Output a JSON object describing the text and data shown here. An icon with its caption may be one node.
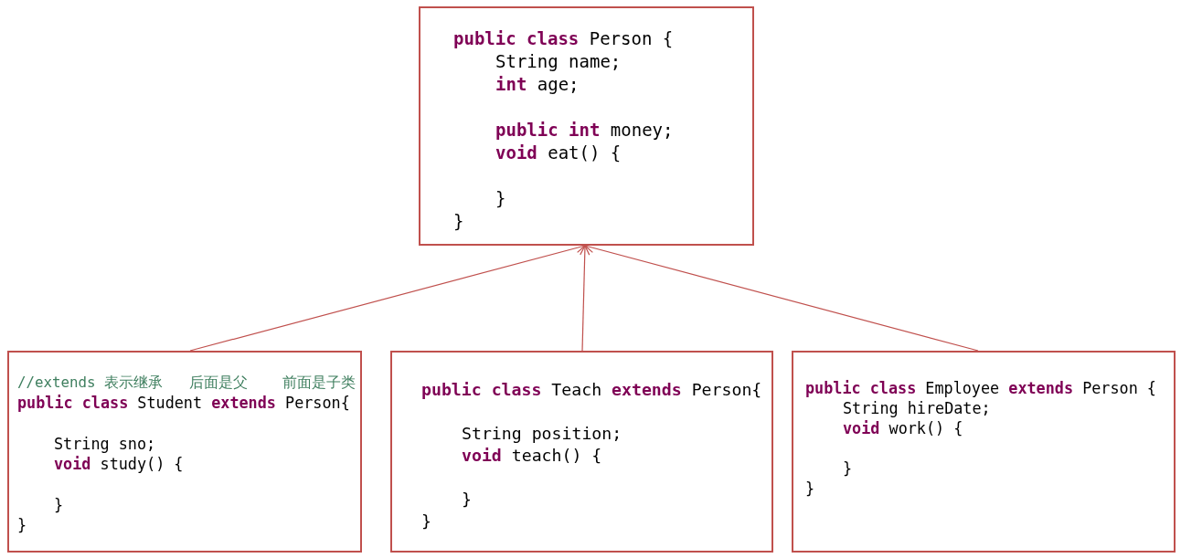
{
  "diagram": {
    "nodes": [
      {
        "text": [
          "**public class** Person {",
          "String name;",
          "**int** age;",
          "**public int** money;",
          "**void** eat() {",
          "}",
          "}"
        ]
      },
      {
        "text": [
          "//extends 表示继承   后面是父    前面是子类",
          "**public class** Student **extends** Person{",
          "String sno;",
          "**void** study() {",
          "}",
          "}"
        ]
      },
      {
        "text": [
          "**public class** Teach **extends** Person{",
          "String position;",
          "**void** teach() {",
          "}",
          "}"
        ]
      },
      {
        "text": [
          "**public class** Employee **extends** Person {",
          "String hireDate;",
          "**void** work() {",
          "}",
          "}"
        ]
      }
    ],
    "edges": [
      {
        "from": 1,
        "to": 0,
        "arrow": "to"
      },
      {
        "from": 2,
        "to": 0,
        "arrow": "to"
      },
      {
        "from": 3,
        "to": 0,
        "arrow": "to"
      }
    ]
  }
}
